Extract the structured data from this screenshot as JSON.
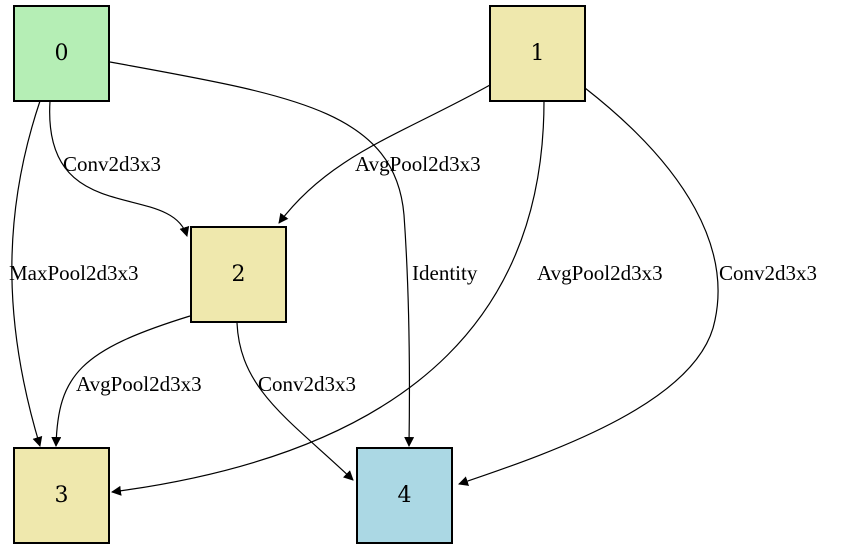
{
  "colors": {
    "input_node": "#b5eeb5",
    "intermediate_node": "#efe8ad",
    "output_node": "#abd8e4",
    "edge": "#000000"
  },
  "nodes": [
    {
      "id": "0",
      "label": "0",
      "role": "input_node"
    },
    {
      "id": "1",
      "label": "1",
      "role": "intermediate_node"
    },
    {
      "id": "2",
      "label": "2",
      "role": "intermediate_node"
    },
    {
      "id": "3",
      "label": "3",
      "role": "intermediate_node"
    },
    {
      "id": "4",
      "label": "4",
      "role": "output_node"
    }
  ],
  "edges": [
    {
      "from": "0",
      "to": "2",
      "label": "Conv2d3x3"
    },
    {
      "from": "0",
      "to": "3",
      "label": "MaxPool2d3x3"
    },
    {
      "from": "0",
      "to": "4",
      "label": "Identity"
    },
    {
      "from": "1",
      "to": "2",
      "label": "AvgPool2d3x3"
    },
    {
      "from": "1",
      "to": "3",
      "label": "AvgPool2d3x3"
    },
    {
      "from": "1",
      "to": "4",
      "label": "Conv2d3x3"
    },
    {
      "from": "2",
      "to": "3",
      "label": "AvgPool2d3x3"
    },
    {
      "from": "2",
      "to": "4",
      "label": "Conv2d3x3"
    }
  ]
}
